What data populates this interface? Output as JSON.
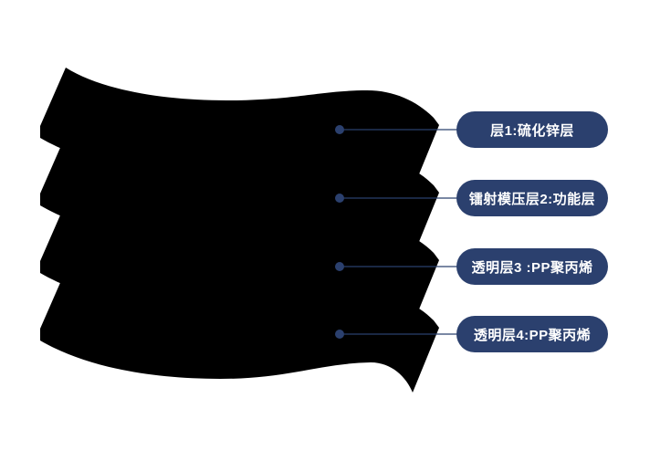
{
  "diagram": {
    "title": "layered-material-structure",
    "layers": [
      {
        "label": "层1:硫化锌层"
      },
      {
        "label": "镭射模压层2:功能层"
      },
      {
        "label": "透明层3 :PP聚丙烯"
      },
      {
        "label": "透明层4:PP聚丙烯"
      }
    ]
  },
  "colors": {
    "background": "#ffffff",
    "pill_background": "#2b406e",
    "pill_text": "#ffffff",
    "sheet_outline": "#2f4a7e",
    "connector": "#2b406e"
  }
}
